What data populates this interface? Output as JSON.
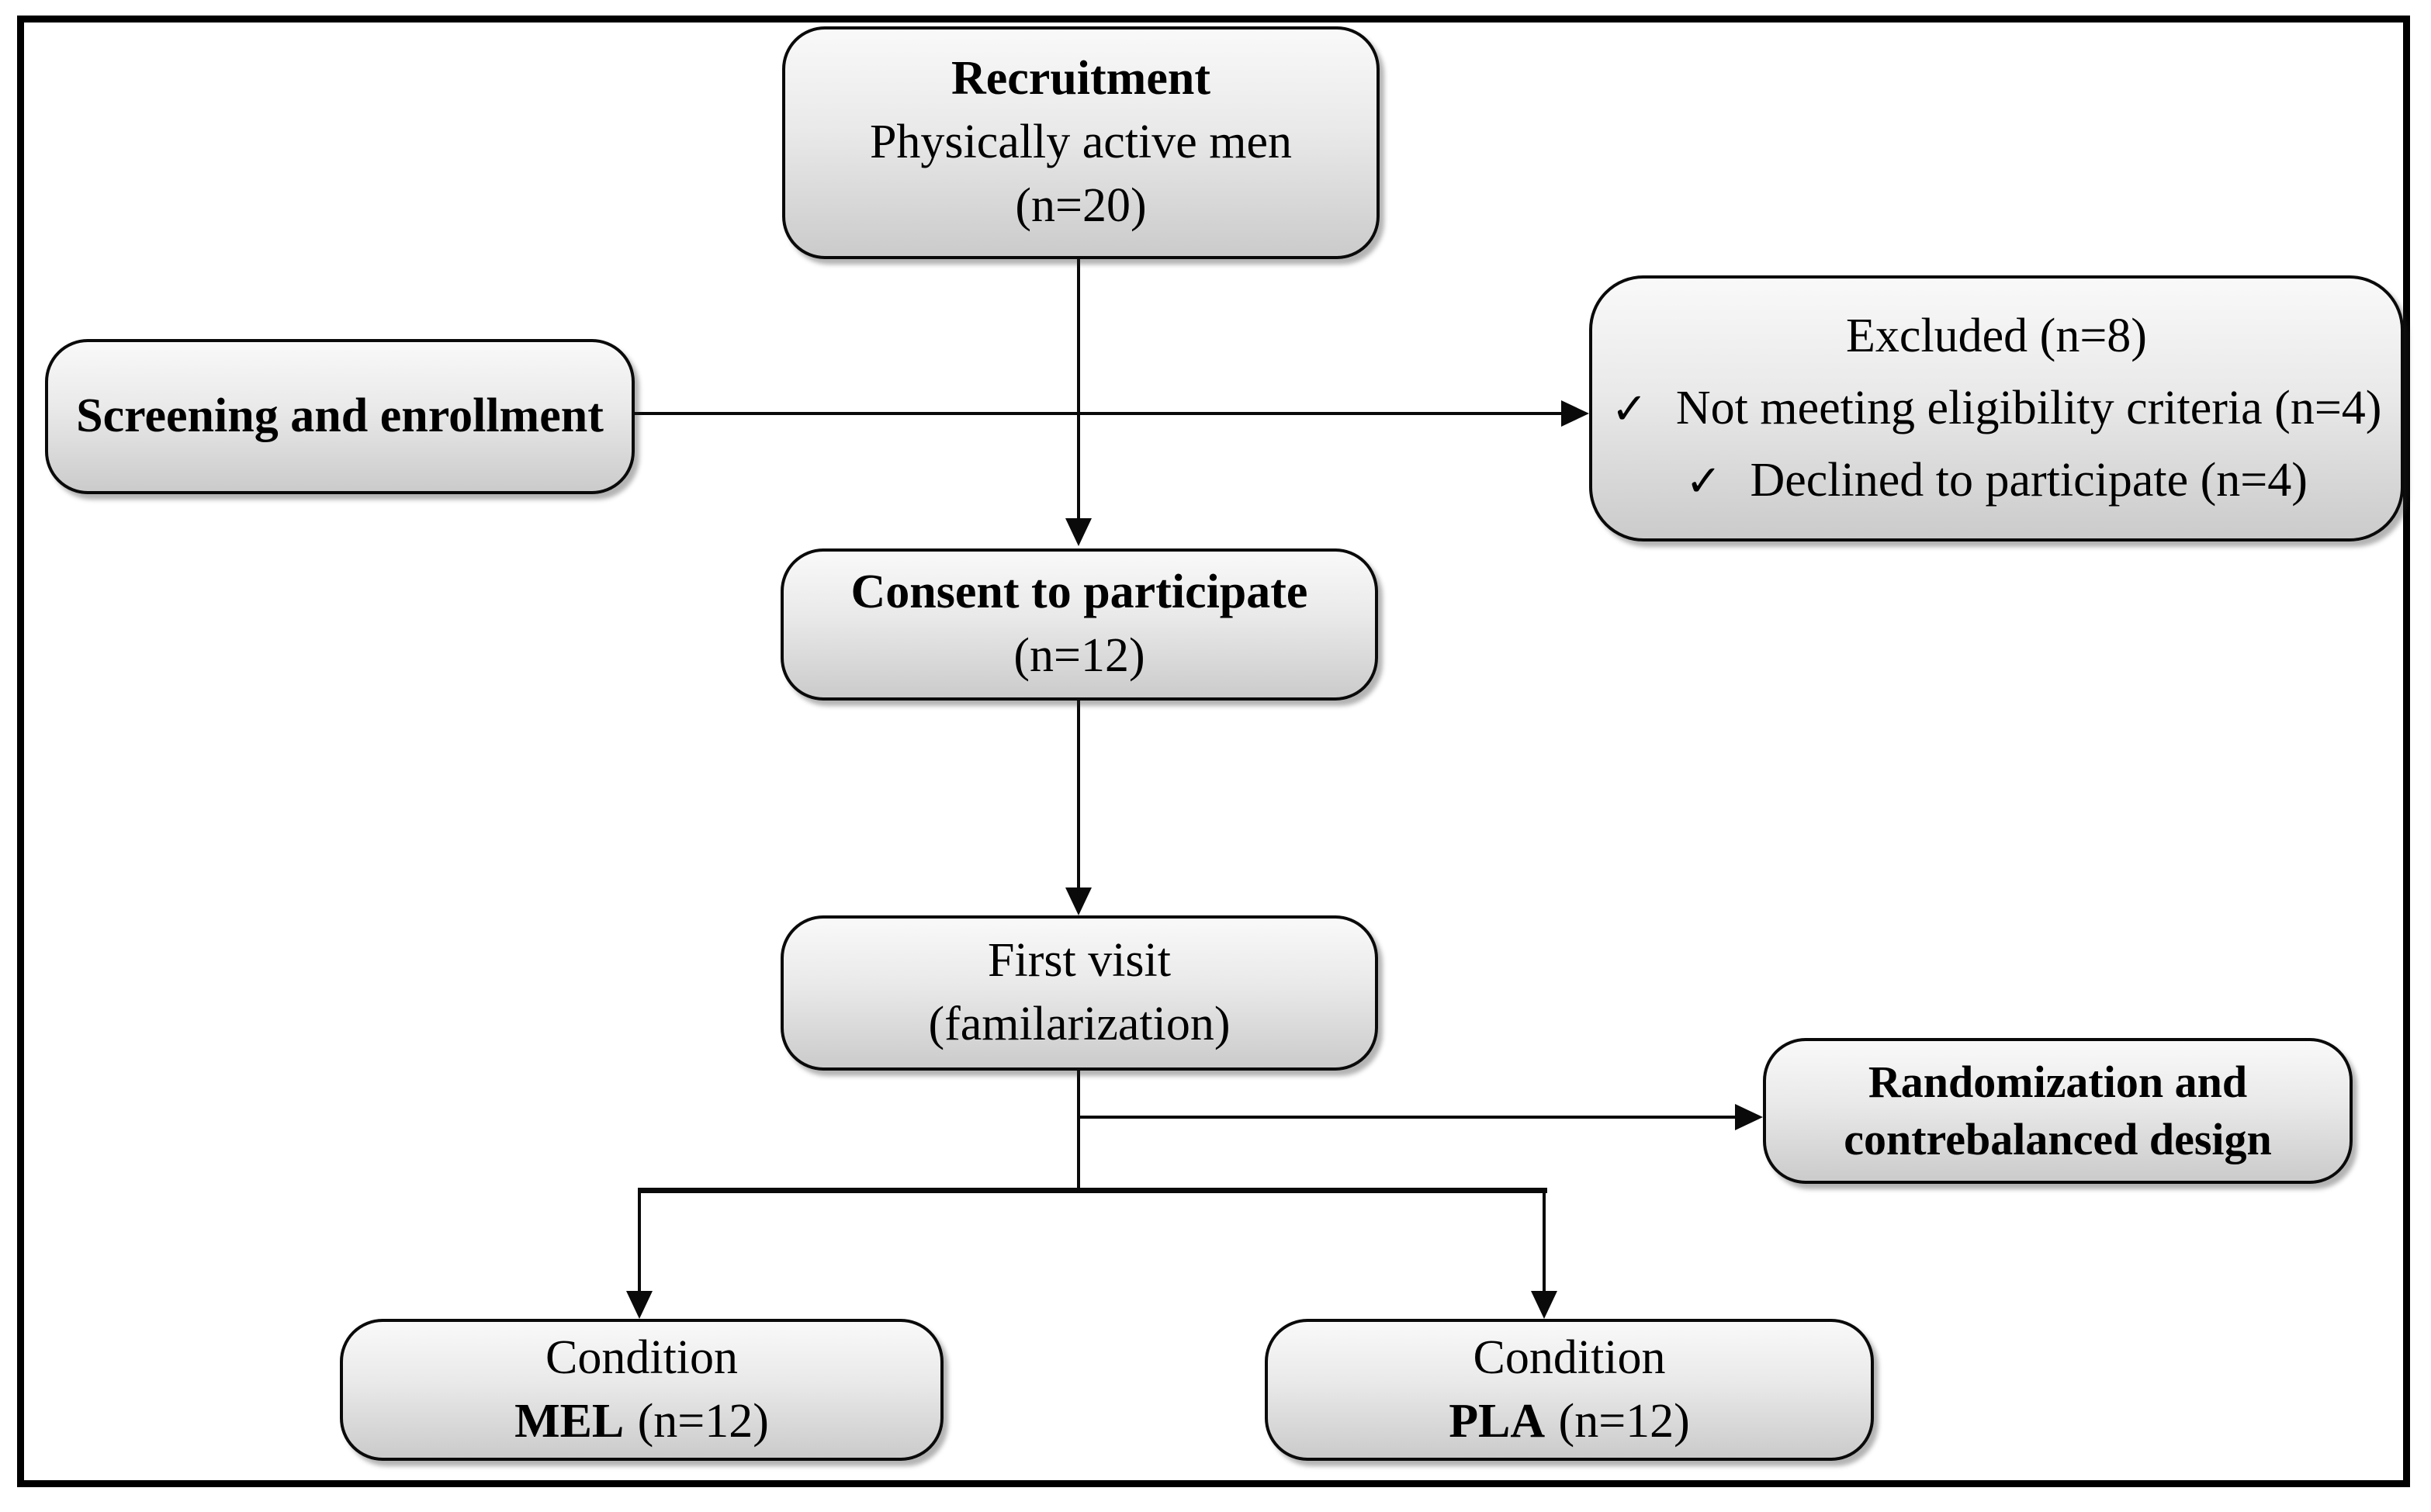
{
  "figure": {
    "type": "study-flow-diagram",
    "colors": {
      "background": "#ffffff",
      "frame_border": "#000000",
      "box_border": "#0a0a0a",
      "box_fill_top": "#f9f9f9",
      "box_fill_bottom": "#cbcbcb",
      "connector": "#0a0a0a"
    }
  },
  "boxes": {
    "recruitment": {
      "title": "Recruitment",
      "line2": "Physically active men",
      "line3": "(n=20)"
    },
    "screening": {
      "label": "Screening and enrollment"
    },
    "excluded": {
      "title": "Excluded (n=8)",
      "check": "✓",
      "items": [
        "Not meeting eligibility criteria (n=4)",
        "Declined to participate (n=4)"
      ]
    },
    "consent": {
      "title": "Consent to participate",
      "line2": "(n=12)"
    },
    "first_visit": {
      "line1": "First visit",
      "line2": "(familarization)"
    },
    "randomization": {
      "line1": "Randomization and",
      "line2": "contrebalanced design"
    },
    "condition_mel": {
      "line1": "Condition",
      "code": "MEL",
      "count": "(n=12)"
    },
    "condition_pla": {
      "line1": "Condition",
      "code": "PLA",
      "count": "(n=12)"
    }
  }
}
